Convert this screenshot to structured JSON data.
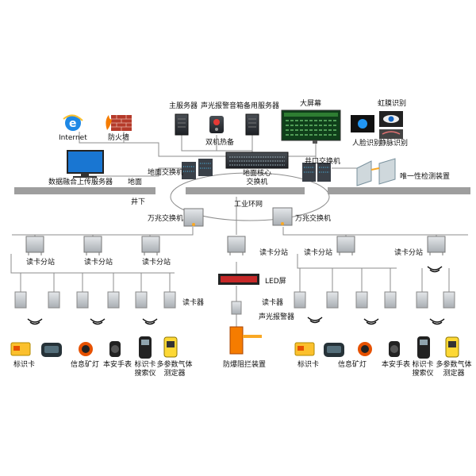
{
  "colors": {
    "line": "#8c8c8c",
    "ground": "#9e9e9e",
    "device": "#c8ccd0",
    "screen": "#1c6b2a",
    "led": "#c62828"
  },
  "top": {
    "internet": "Internet",
    "firewall": "防火墙",
    "main_server": "主服务器",
    "alarm_box": "声光报警音箱",
    "backup_server": "备用服务器",
    "hot_standby": "双机热备",
    "big_screen": "大屏幕",
    "iris": "虹膜识别",
    "face": "人脸识别",
    "vein": "静脉识别",
    "upload_server": "数据融合上传服务器",
    "ground_switch": "地面交换机",
    "core_switch": "地面核心\n交换机",
    "wellhead_switch": "井口交换机",
    "uniqueness": "唯一性检测装置"
  },
  "zones": {
    "surface": "地面",
    "underground": "井下",
    "ring": "工业环网"
  },
  "switches": {
    "left": "万兆交换机",
    "right": "万兆交换机"
  },
  "stations": {
    "label": "读卡分站"
  },
  "readers": {
    "label": "读卡器"
  },
  "center": {
    "led": "LED屏",
    "reader": "读卡器",
    "alarm": "声光报警器",
    "barrier": "防爆阻拦装置"
  },
  "devices": {
    "id_card": "标识卡",
    "cap_lamp": "信息矿灯",
    "watch": "本安手表",
    "locator": "标识卡\n搜索仪",
    "gas": "多参数气体\n测定器"
  }
}
